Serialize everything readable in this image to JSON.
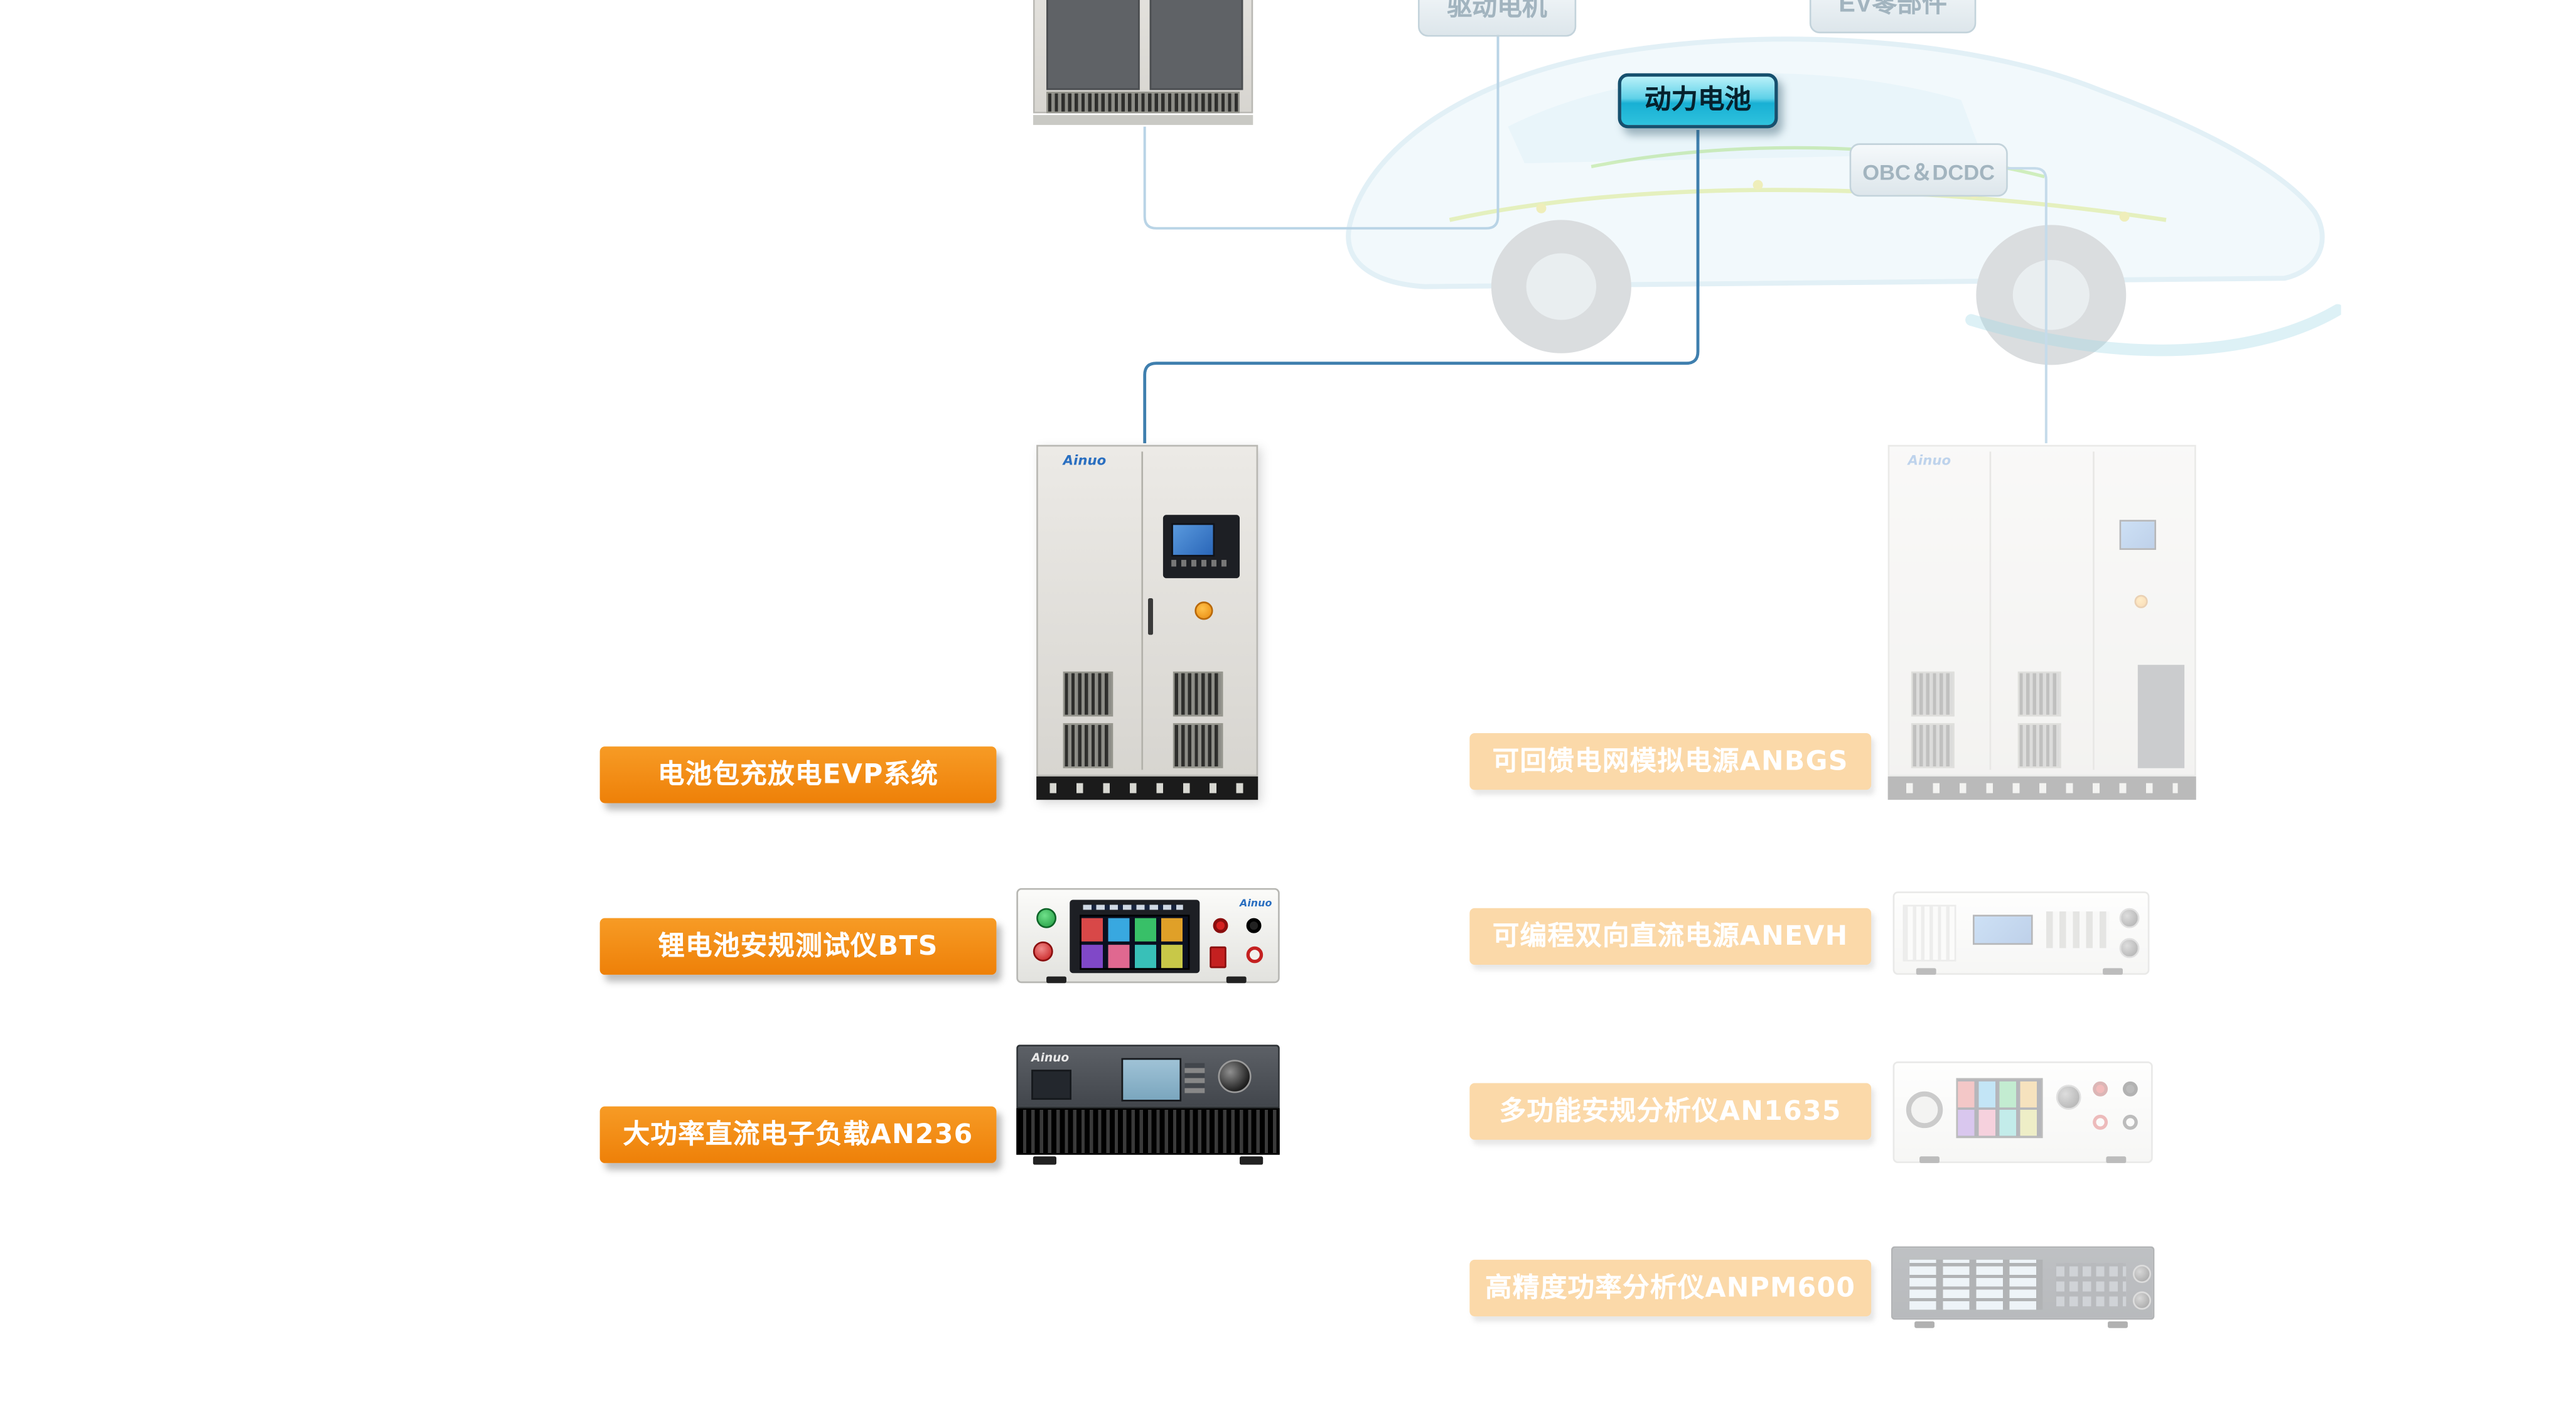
{
  "brand": "Ainuo",
  "nav": {
    "drive_motor": {
      "label": "驱动电机",
      "active": false
    },
    "ev_parts": {
      "label": "EV零部件",
      "active": false
    },
    "power_battery": {
      "label": "动力电池",
      "active": true
    },
    "obc_dcdc": {
      "label": "OBC＆DCDC",
      "active": false
    }
  },
  "left_items": [
    {
      "label": "电池包充放电EVP系统"
    },
    {
      "label": "锂电池安规测试仪BTS"
    },
    {
      "label": "大功率直流电子负载AN236"
    }
  ],
  "right_items": [
    {
      "label": "可回馈电网模拟电源ANBGS"
    },
    {
      "label": "可编程双向直流电源ANEVH"
    },
    {
      "label": "多功能安规分析仪AN1635"
    },
    {
      "label": "高精度功率分析仪ANPM600"
    }
  ],
  "colors": {
    "active_tab_fill": "#35c2de",
    "active_tab_border": "#16506e",
    "inactive_tab_text": "#a2b4bf",
    "label_orange": "#f08a1a",
    "label_orange_faded": "#fbd9a9",
    "line_dark": "#3f7fae",
    "line_light": "#b9d4e6",
    "brand_blue": "#2a6fc0"
  }
}
